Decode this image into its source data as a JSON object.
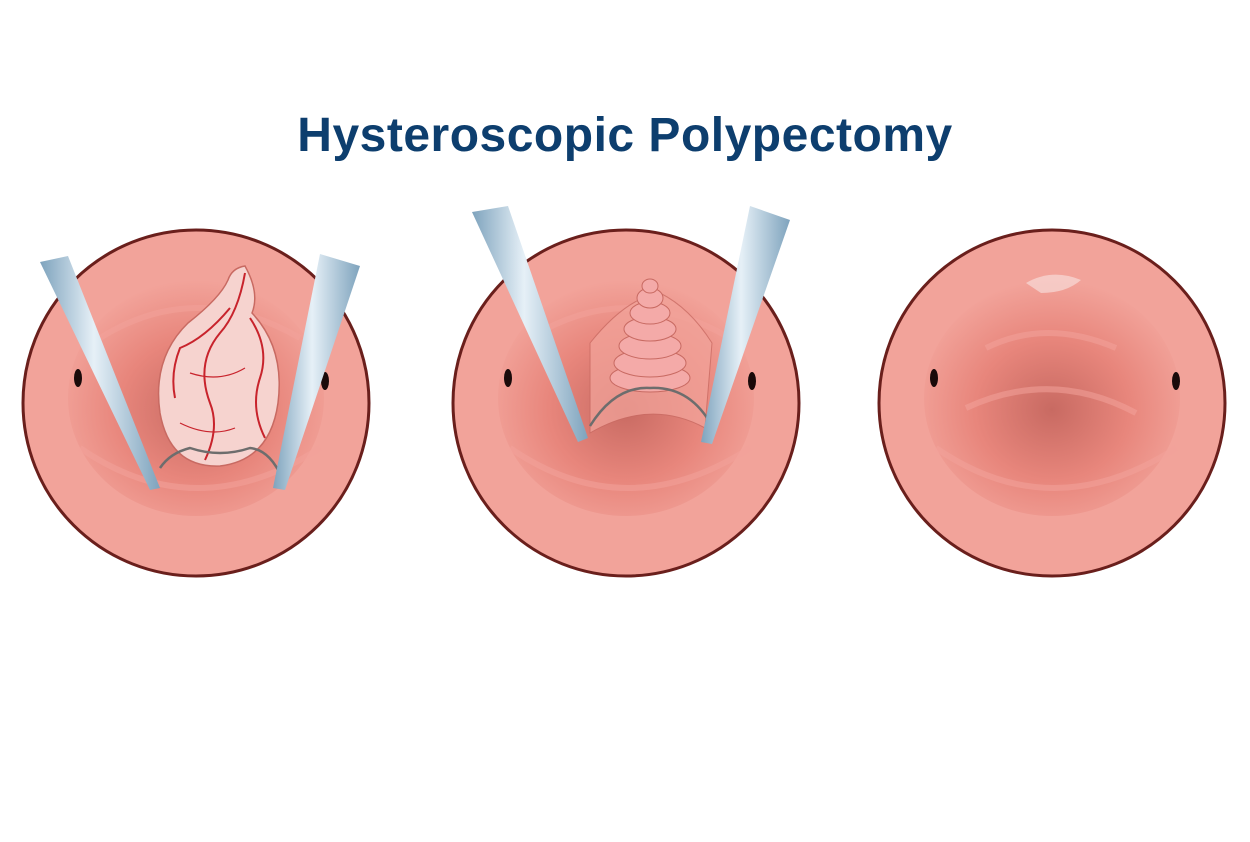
{
  "title": "Hysteroscopic Polypectomy",
  "colors": {
    "title": "#0d3e6e",
    "tissue_outer": "#f2a39a",
    "tissue_mid": "#e8867c",
    "tissue_deep": "#c86a62",
    "rim": "#6a1f1c",
    "ostium": "#1a0a0a",
    "polyp": "#f6d3cf",
    "vessel": "#c8232c",
    "polyp_stub": "#f4aaa8",
    "instrument_light": "#e6f0f7",
    "instrument_dark": "#7ea3bd",
    "wire": "#6d6d6d"
  },
  "panels": [
    {
      "stage": "polyp-before",
      "icons": [
        "hysteroscope-instrument",
        "snare-wire",
        "vascular-polyp",
        "tubal-ostium"
      ]
    },
    {
      "stage": "polyp-resection",
      "icons": [
        "hysteroscope-instrument",
        "snare-wire",
        "resected-polyp",
        "tubal-ostium"
      ]
    },
    {
      "stage": "cavity-after",
      "icons": [
        "healed-cavity",
        "tubal-ostium"
      ]
    }
  ]
}
